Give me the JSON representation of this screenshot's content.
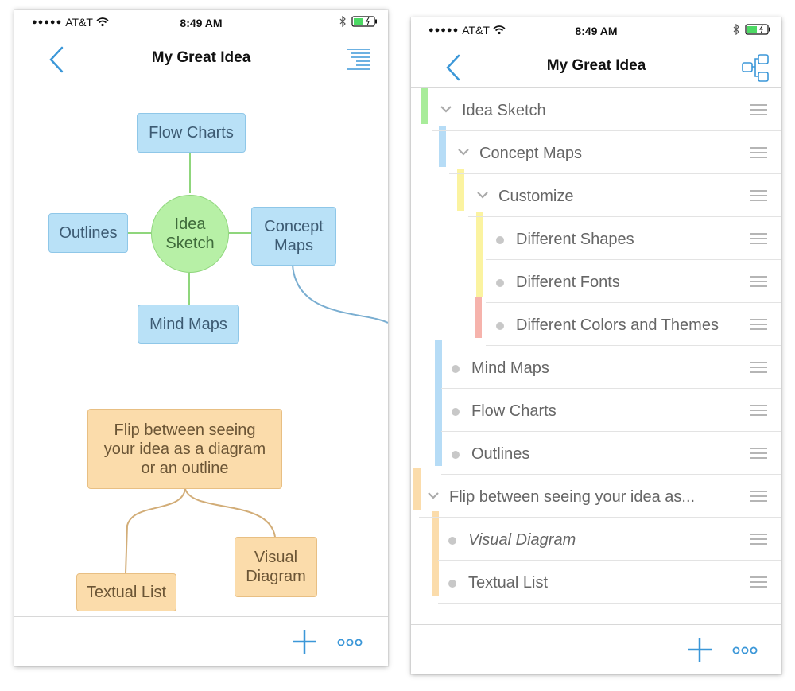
{
  "status": {
    "carrier": "AT&T",
    "time": "8:49 AM"
  },
  "title": "My Great Idea",
  "colors": {
    "accent": "#3b97d8",
    "node_blue": "#b9e1f7",
    "node_green": "#b7f0a6",
    "node_orange": "#fbdcab",
    "level_green": "#a8ec9a",
    "level_blue": "#b6dcf6",
    "level_yellow": "#fbf3a0",
    "level_red": "#f6b3ac",
    "level_orange": "#fbdcab"
  },
  "diagram": {
    "center": "Idea\nSketch",
    "flow_charts": "Flow Charts",
    "outlines": "Outlines",
    "concept_maps": "Concept\nMaps",
    "mind_maps": "Mind Maps",
    "flip_note": "Flip between seeing your idea as a diagram or an outline",
    "textual_list": "Textual List",
    "visual_diagram": "Visual\nDiagram"
  },
  "outline": [
    {
      "label": "Idea Sketch",
      "marker": "chevron"
    },
    {
      "label": "Concept Maps",
      "marker": "chevron"
    },
    {
      "label": "Customize",
      "marker": "chevron"
    },
    {
      "label": "Different Shapes",
      "marker": "bullet"
    },
    {
      "label": "Different Fonts",
      "marker": "bullet"
    },
    {
      "label": "Different Colors and Themes",
      "marker": "bullet"
    },
    {
      "label": "Mind Maps",
      "marker": "bullet"
    },
    {
      "label": "Flow Charts",
      "marker": "bullet"
    },
    {
      "label": "Outlines",
      "marker": "bullet"
    },
    {
      "label": "Flip between seeing your idea as...",
      "marker": "chevron"
    },
    {
      "label": "Visual Diagram",
      "marker": "bullet",
      "italic": true
    },
    {
      "label": "Textual List",
      "marker": "bullet"
    }
  ],
  "icons": {
    "back": "chevron-left-icon",
    "outline_view": "outline-view-icon",
    "diagram_view": "diagram-view-icon",
    "add": "plus-icon",
    "more": "more-dots-icon",
    "drag": "drag-handle-icon"
  }
}
